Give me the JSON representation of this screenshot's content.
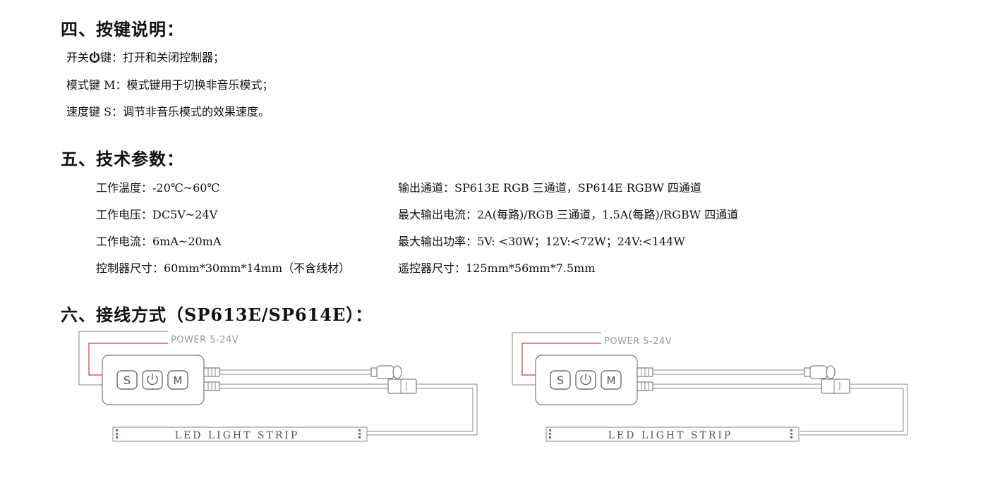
{
  "section4": {
    "title": "四、按键说明：",
    "power_prefix": "开关",
    "power_suffix": "键：打开和关闭控制器；",
    "mode": "模式键 M：模式键用于切换非音乐模式；",
    "speed": "速度键 S：调节非音乐模式的效果速度。"
  },
  "section5": {
    "title": "五、技术参数：",
    "left": [
      "工作温度：-20℃~60℃",
      "工作电压：DC5V~24V",
      "工作电流：6mA~20mA",
      "控制器尺寸：60mm*30mm*14mm（不含线材）"
    ],
    "right": [
      "输出通道：SP613E RGB 三通道，SP614E RGBW 四通道",
      "最大输出电流：2A(每路)/RGB 三通道，1.5A(每路)/RGBW 四通道",
      "最大输出功率：5V: <30W；12V:<72W；24V:<144W",
      "遥控器尺寸：125mm*56mm*7.5mm"
    ]
  },
  "section6": {
    "title": "六、接线方式（SP613E/SP614E）：",
    "diagrams": [
      {
        "power_label": "POWER 5-24V",
        "strip_label": "LED  LIGHT STRIP",
        "buttons": [
          "S",
          "power-icon",
          "M"
        ]
      },
      {
        "power_label": "POWER 5-24V",
        "strip_label": "LED  LIGHT STRIP",
        "buttons": [
          "S",
          "power-icon",
          "M"
        ]
      }
    ]
  },
  "colors": {
    "power_wire": "#d63a3a",
    "wire": "#8a8a8a",
    "text_gray": "#9a9a9a"
  }
}
